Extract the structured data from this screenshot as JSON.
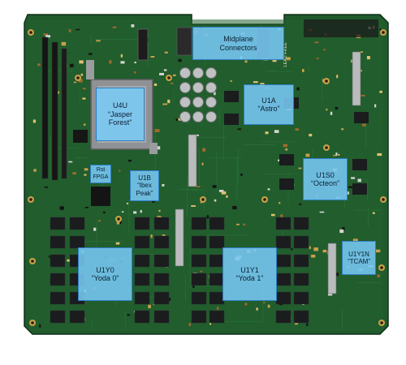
{
  "image_type": "annotated photograph of a circuit board",
  "colors": {
    "board": "#1f5a2c",
    "callout_fill": "#78c8f5",
    "callout_border": "#2f7fc4",
    "chip": "#1b1d1f",
    "socket": "#9a9c9e"
  },
  "callouts": {
    "midplane": {
      "line1": "Midplane",
      "line2": "Connectors"
    },
    "u4u": {
      "line1": "U4U",
      "line2": "“Jasper",
      "line3": "Forest”"
    },
    "u1a": {
      "line1": "U1A",
      "line2": "“Astro”"
    },
    "rst": {
      "line1": "Rst",
      "line2": "FPGA"
    },
    "u1b": {
      "line1": "U1B",
      "line2": "“Ibex",
      "line3": "Peak”"
    },
    "u1s0": {
      "line1": "U1S0",
      "line2": "“Octeon”"
    },
    "u1y0": {
      "line1": "U1Y0",
      "line2": "“Yoda 0”"
    },
    "u1y1": {
      "line1": "U1Y1",
      "line2": "“Yoda 1”"
    },
    "u1y1n": {
      "line1": "U1Y1N",
      "line2": "“TCAM”"
    }
  },
  "silkscreen": {
    "lead_free": "LEAD FREE"
  }
}
